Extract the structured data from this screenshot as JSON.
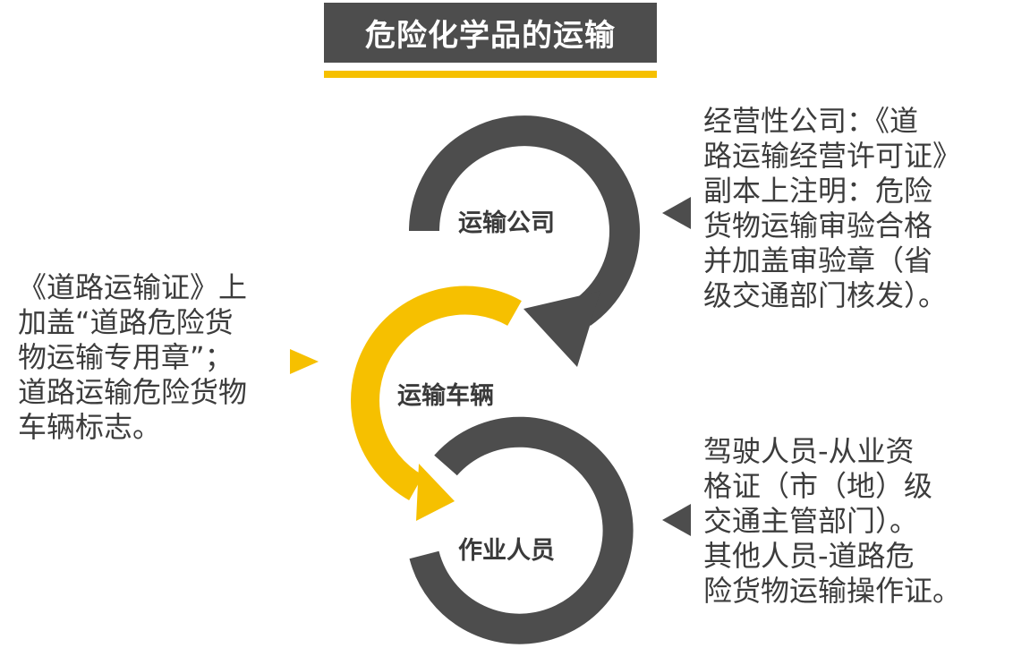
{
  "title": "危险化学品的运输",
  "colors": {
    "dark": "#4d4d4d",
    "accent": "#f6c000",
    "text": "#3c3c3c"
  },
  "nodes": {
    "company": "运输公司",
    "vehicle": "运输车辆",
    "personnel": "作业人员"
  },
  "descriptions": {
    "vehicle": "《道路运输证》上\n加盖“道路危险货\n物运输专用章”；\n道路运输危险货物\n车辆标志。",
    "company": "经营性公司：《道\n路运输经营许可证》\n副本上注明：危险\n货物运输审验合格\n并加盖审验章（省\n级交通部门核发）。",
    "personnel": "驾驶人员-从业资\n格证（市（地）级\n交通主管部门）。\n其他人员-道路危\n险货物运输操作证。"
  }
}
